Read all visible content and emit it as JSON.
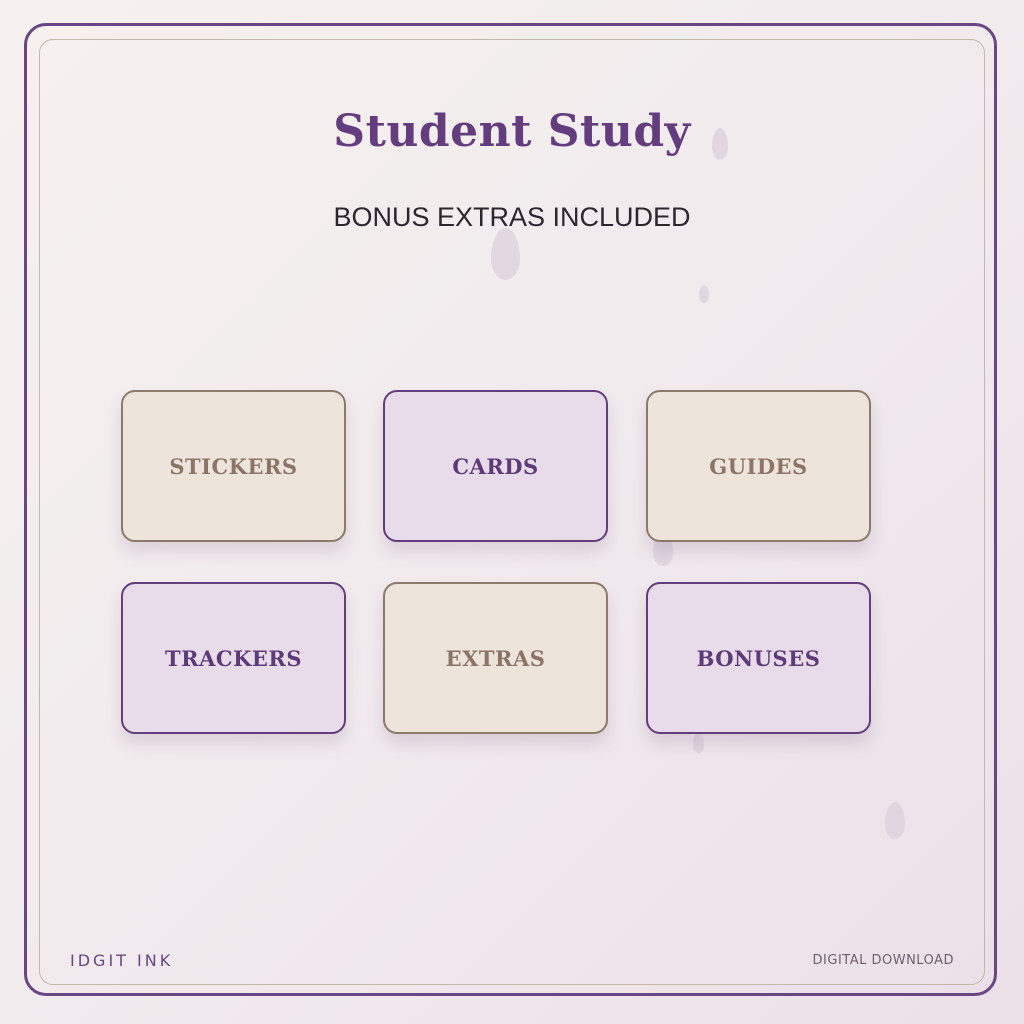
{
  "header": {
    "title": "Student Study",
    "subtitle": "BONUS EXTRAS INCLUDED"
  },
  "tiles": [
    {
      "label": "STICKERS"
    },
    {
      "label": "CARDS"
    },
    {
      "label": "GUIDES"
    },
    {
      "label": "TRACKERS"
    },
    {
      "label": "EXTRAS"
    },
    {
      "label": "BONUSES"
    }
  ],
  "footer": {
    "brand": "IDGIT INK",
    "tag": "DIGITAL DOWNLOAD"
  },
  "colors": {
    "accent_purple": "#633d7e",
    "tan_fill": "#ede4dc",
    "lavender_fill": "#e8dceb"
  }
}
